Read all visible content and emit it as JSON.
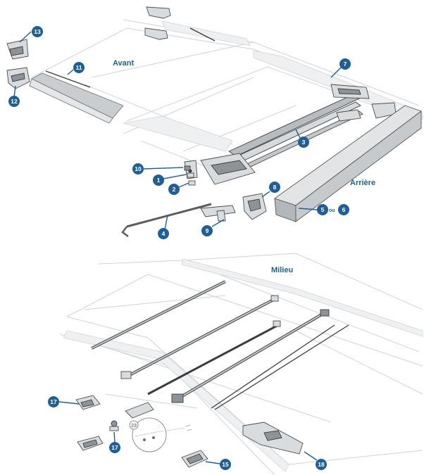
{
  "labels": {
    "avant": "Avant",
    "arriere": "Arrière",
    "milieu": "Milieu",
    "ou": "ou"
  },
  "callouts": [
    {
      "id": "13",
      "text": "13"
    },
    {
      "id": "12",
      "text": "12"
    },
    {
      "id": "11",
      "text": "11"
    },
    {
      "id": "7",
      "text": "7"
    },
    {
      "id": "3",
      "text": "3"
    },
    {
      "id": "10",
      "text": "10"
    },
    {
      "id": "1",
      "text": "1"
    },
    {
      "id": "2",
      "text": "2"
    },
    {
      "id": "8",
      "text": "8"
    },
    {
      "id": "5",
      "text": "5"
    },
    {
      "id": "6",
      "text": "6"
    },
    {
      "id": "4",
      "text": "4"
    },
    {
      "id": "9",
      "text": "9"
    },
    {
      "id": "17a",
      "text": "17"
    },
    {
      "id": "17b",
      "text": "17"
    },
    {
      "id": "15",
      "text": "15"
    },
    {
      "id": "18",
      "text": "18"
    }
  ],
  "detail_label": "23",
  "colors": {
    "callout": "#1f5f95",
    "part_light": "#d9dcde",
    "part_dark": "#8e9397"
  }
}
